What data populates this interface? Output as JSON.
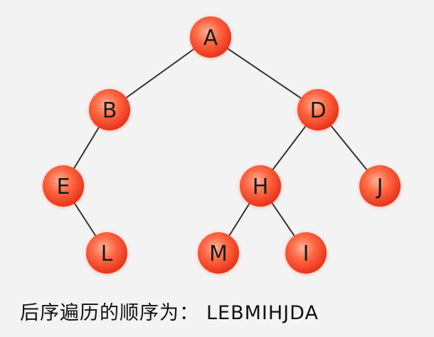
{
  "colors": {
    "node_fill_light": "#ffb39b",
    "node_fill_mid": "#ff6a45",
    "node_fill_dark": "#e8331a",
    "edge": "#333333",
    "label": "#1a1a1a",
    "background": "#f3f3f3"
  },
  "tree": {
    "nodes": [
      {
        "id": "A",
        "label": "A"
      },
      {
        "id": "B",
        "label": "B"
      },
      {
        "id": "D",
        "label": "D"
      },
      {
        "id": "E",
        "label": "E"
      },
      {
        "id": "H",
        "label": "H"
      },
      {
        "id": "J",
        "label": "J"
      },
      {
        "id": "L",
        "label": "L"
      },
      {
        "id": "M",
        "label": "M"
      },
      {
        "id": "I",
        "label": "I"
      }
    ],
    "edges": [
      [
        "A",
        "B"
      ],
      [
        "A",
        "D"
      ],
      [
        "B",
        "E"
      ],
      [
        "E",
        "L"
      ],
      [
        "D",
        "H"
      ],
      [
        "D",
        "J"
      ],
      [
        "H",
        "M"
      ],
      [
        "H",
        "I"
      ]
    ]
  },
  "caption": {
    "prefix": "后序遍历的顺序为：",
    "sequence": "LEBMIHJDA"
  }
}
